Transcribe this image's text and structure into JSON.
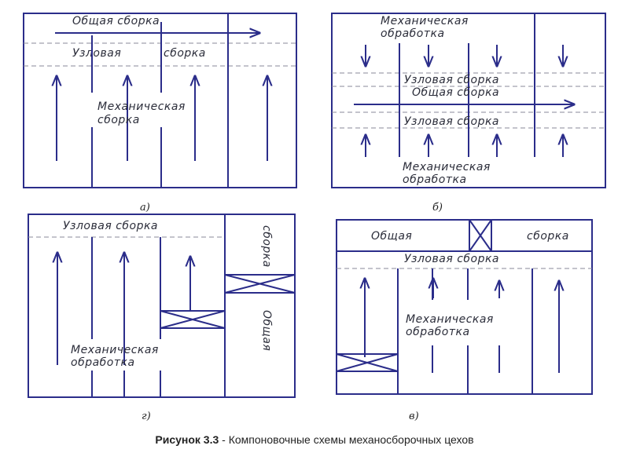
{
  "panels": {
    "a": {
      "caption": "а)",
      "top_label": "Общая сборка",
      "mid_label_1": "Узловая",
      "mid_label_2": "сборка",
      "bottom_label_1": "Механическая",
      "bottom_label_2": "сборка"
    },
    "b": {
      "caption": "б)",
      "top_label_1": "Механическая",
      "top_label_2": "обработка",
      "upper_node_label": "Узловая сборка",
      "general_label": "Общая сборка",
      "lower_node_label": "Узловая сборка",
      "bottom_label_1": "Механическая",
      "bottom_label_2": "обработка"
    },
    "g": {
      "caption": "г)",
      "top_label": "Узловая сборка",
      "side_label_1": "сборка",
      "side_label_2": "Общая",
      "bottom_label_1": "Механическая",
      "bottom_label_2": "обработка"
    },
    "v": {
      "caption": "в)",
      "top_label_1": "Общая",
      "top_label_2": "сборка",
      "node_label": "Узловая сборка",
      "bottom_label_1": "Механическая",
      "bottom_label_2": "обработка"
    }
  },
  "figure_caption": {
    "number": "Рисунок 3.3",
    "text": " - Компоновочные схемы механосборочных цехов"
  },
  "colors": {
    "line": "#2b2d8a",
    "dashed": "#8a8a9a",
    "text": "#2b2d3a"
  }
}
